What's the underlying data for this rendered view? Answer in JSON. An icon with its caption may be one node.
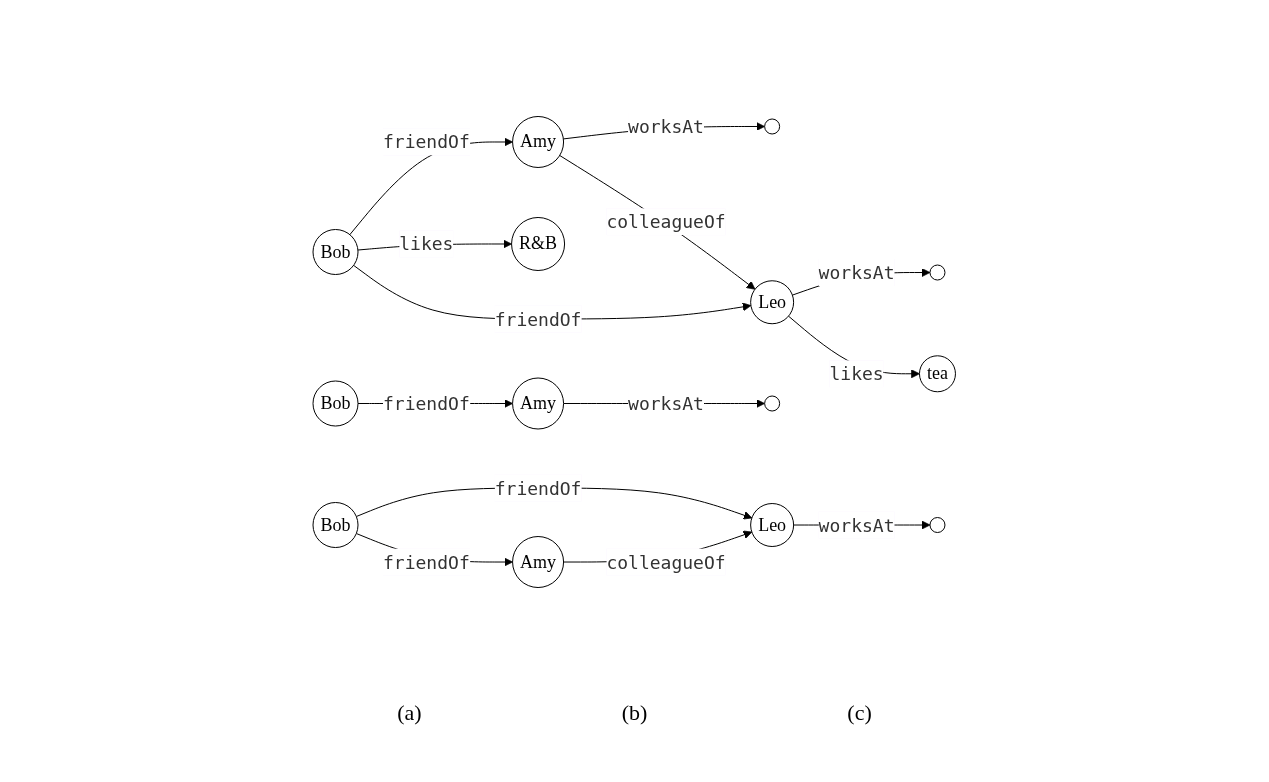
{
  "diagram": {
    "nodes": [
      {
        "text": [],
        "shape": "circle"
      },
      {
        "text": [],
        "shape": "circle"
      },
      {
        "text": [
          "Amy"
        ]
      },
      {
        "text": [
          "Leo"
        ]
      },
      {
        "text": [
          "tea"
        ]
      },
      {
        "text": [
          "R&B"
        ]
      },
      {
        "text": [
          "Bob"
        ]
      },
      {
        "text": [
          "Bob"
        ]
      },
      {
        "text": [
          "Amy"
        ]
      },
      {
        "text": [],
        "shape": "circle"
      },
      {
        "text": [
          "Bob"
        ]
      },
      {
        "text": [
          "Leo"
        ]
      },
      {
        "text": [],
        "shape": "circle"
      },
      {
        "text": [
          "Amy"
        ]
      }
    ],
    "edges": [
      {
        "from": 2,
        "to": 0,
        "arrow": "to",
        "label": "worksAt"
      },
      {
        "from": 3,
        "to": 1,
        "arrow": "to",
        "label": "worksAt"
      },
      {
        "from": 2,
        "to": 3,
        "arrow": "to",
        "label": "colleagueOf"
      },
      {
        "from": 3,
        "to": 4,
        "arrow": "to",
        "label": "likes"
      },
      {
        "from": 6,
        "to": 2,
        "arrow": "to",
        "label": "friendOf"
      },
      {
        "from": 6,
        "to": 3,
        "arrow": "to",
        "label": "friendOf"
      },
      {
        "from": 6,
        "to": 5,
        "arrow": "to",
        "label": "likes"
      },
      {
        "from": 7,
        "to": 8,
        "arrow": "to",
        "label": "friendOf"
      },
      {
        "from": 8,
        "to": 9,
        "arrow": "to",
        "label": "worksAt"
      },
      {
        "from": 10,
        "to": 11,
        "arrow": "to",
        "label": "friendOf"
      },
      {
        "from": 11,
        "to": 12,
        "arrow": "to",
        "label": "worksAt"
      },
      {
        "from": 10,
        "to": 13,
        "arrow": "to",
        "label": "friendOf"
      },
      {
        "from": 13,
        "to": 11,
        "arrow": "to",
        "label": "colleagueOf"
      }
    ],
    "labels": [
      "(a)",
      "(b)",
      "(c)"
    ]
  }
}
